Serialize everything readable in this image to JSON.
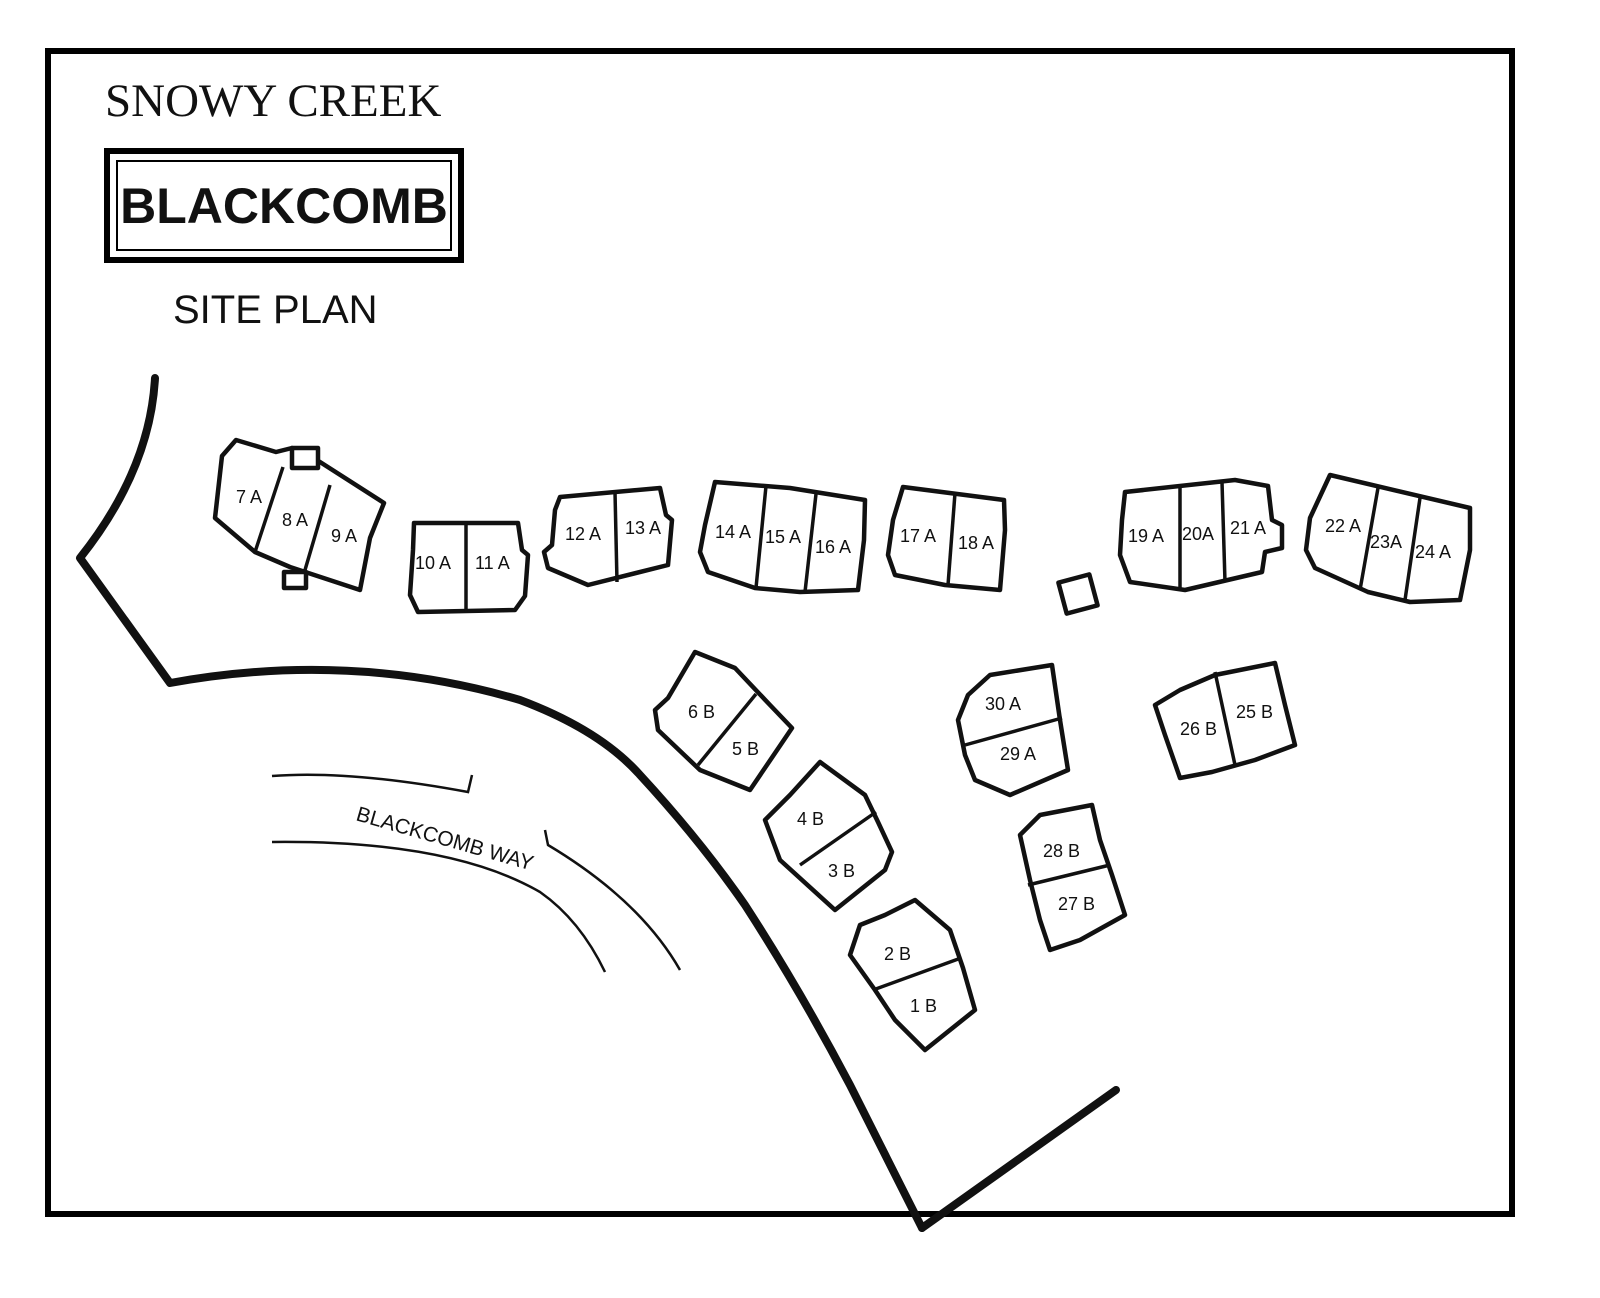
{
  "header": {
    "community": "SNOWY CREEK",
    "name": "BLACKCOMB",
    "subtitle": "SITE PLAN"
  },
  "street": {
    "name": "BLACKCOMB WAY"
  },
  "units": {
    "u1": "1  B",
    "u2": "2  B",
    "u3": "3  B",
    "u4": "4  B",
    "u5": "5  B",
    "u6": "6  B",
    "u7": "7 A",
    "u8": "8 A",
    "u9": "9 A",
    "u10": "10 A",
    "u11": "11 A",
    "u12": "12 A",
    "u13": "13 A",
    "u14": "14 A",
    "u15": "15 A",
    "u16": "16 A",
    "u17": "17 A",
    "u18": "18 A",
    "u19": "19 A",
    "u20": "20A",
    "u21": "21 A",
    "u22": "22 A",
    "u23": "23A",
    "u24": "24 A",
    "u25": "25  B",
    "u26": "26  B",
    "u27": "27  B",
    "u28": "28  B",
    "u29": "29  A",
    "u30": "30  A"
  },
  "colors": {
    "ink": "#111111",
    "background": "#ffffff"
  }
}
